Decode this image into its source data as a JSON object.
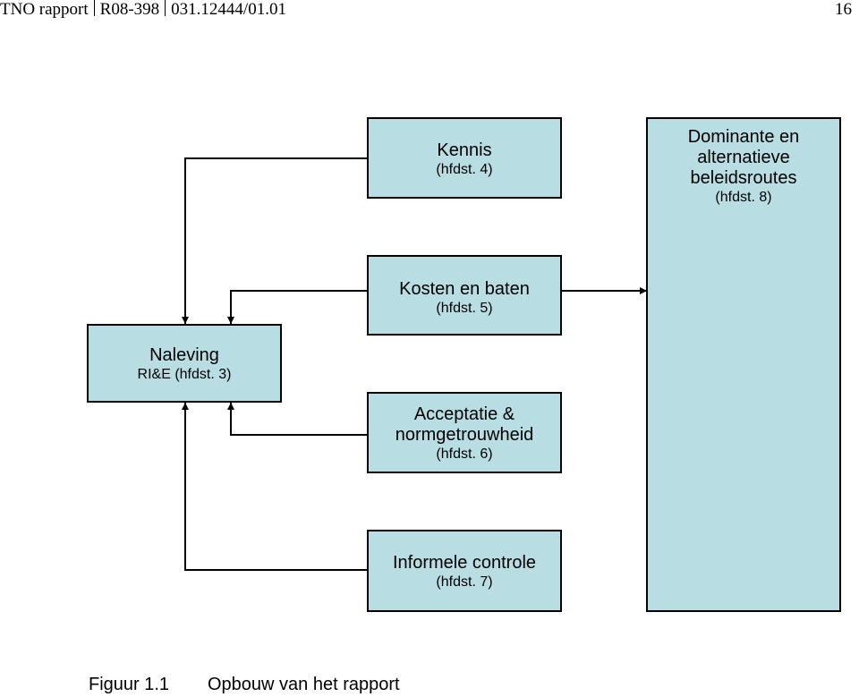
{
  "header": {
    "doc_type": "TNO rapport",
    "report_number": "R08-398",
    "project_number": "031.12444/01.01",
    "page_number": "16"
  },
  "diagram": {
    "boxes": {
      "kennis": {
        "line1": "Kennis",
        "line2": "(hfdst. 4)"
      },
      "dominante": {
        "line1": "Dominante en",
        "line2": "alternatieve",
        "line3": "beleidsroutes",
        "line4": "(hfdst. 8)"
      },
      "kosten": {
        "line1": "Kosten en baten",
        "line2": "(hfdst. 5)"
      },
      "naleving": {
        "line1": "Naleving",
        "line2": "RI&E (hfdst. 3)"
      },
      "acceptatie": {
        "line1": "Acceptatie &",
        "line2": "normgetrouwheid",
        "line3": "(hfdst. 6)"
      },
      "informele": {
        "line1": "Informele controle",
        "line2": "(hfdst. 7)"
      }
    }
  },
  "caption": {
    "label": "Figuur 1.1",
    "title": "Opbouw van het rapport"
  }
}
